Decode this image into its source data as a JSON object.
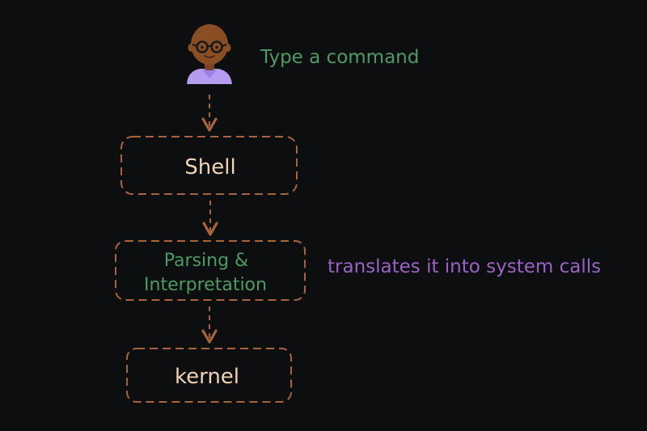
{
  "diagram": {
    "user_caption": "Type a command",
    "shell_label": "Shell",
    "parsing_line1": "Parsing &",
    "parsing_line2": "Interpretation",
    "parsing_caption": "translates it into system calls",
    "kernel_label": "kernel"
  },
  "colors": {
    "background": "#0d0e10",
    "box_stroke": "#a9643c",
    "arrow": "#a9643c",
    "box_text": "#efd3b4",
    "green_text": "#4f9a62",
    "purple_text": "#9a62c6",
    "avatar_skin": "#8a4e25",
    "avatar_shirt": "#b69cf0"
  }
}
